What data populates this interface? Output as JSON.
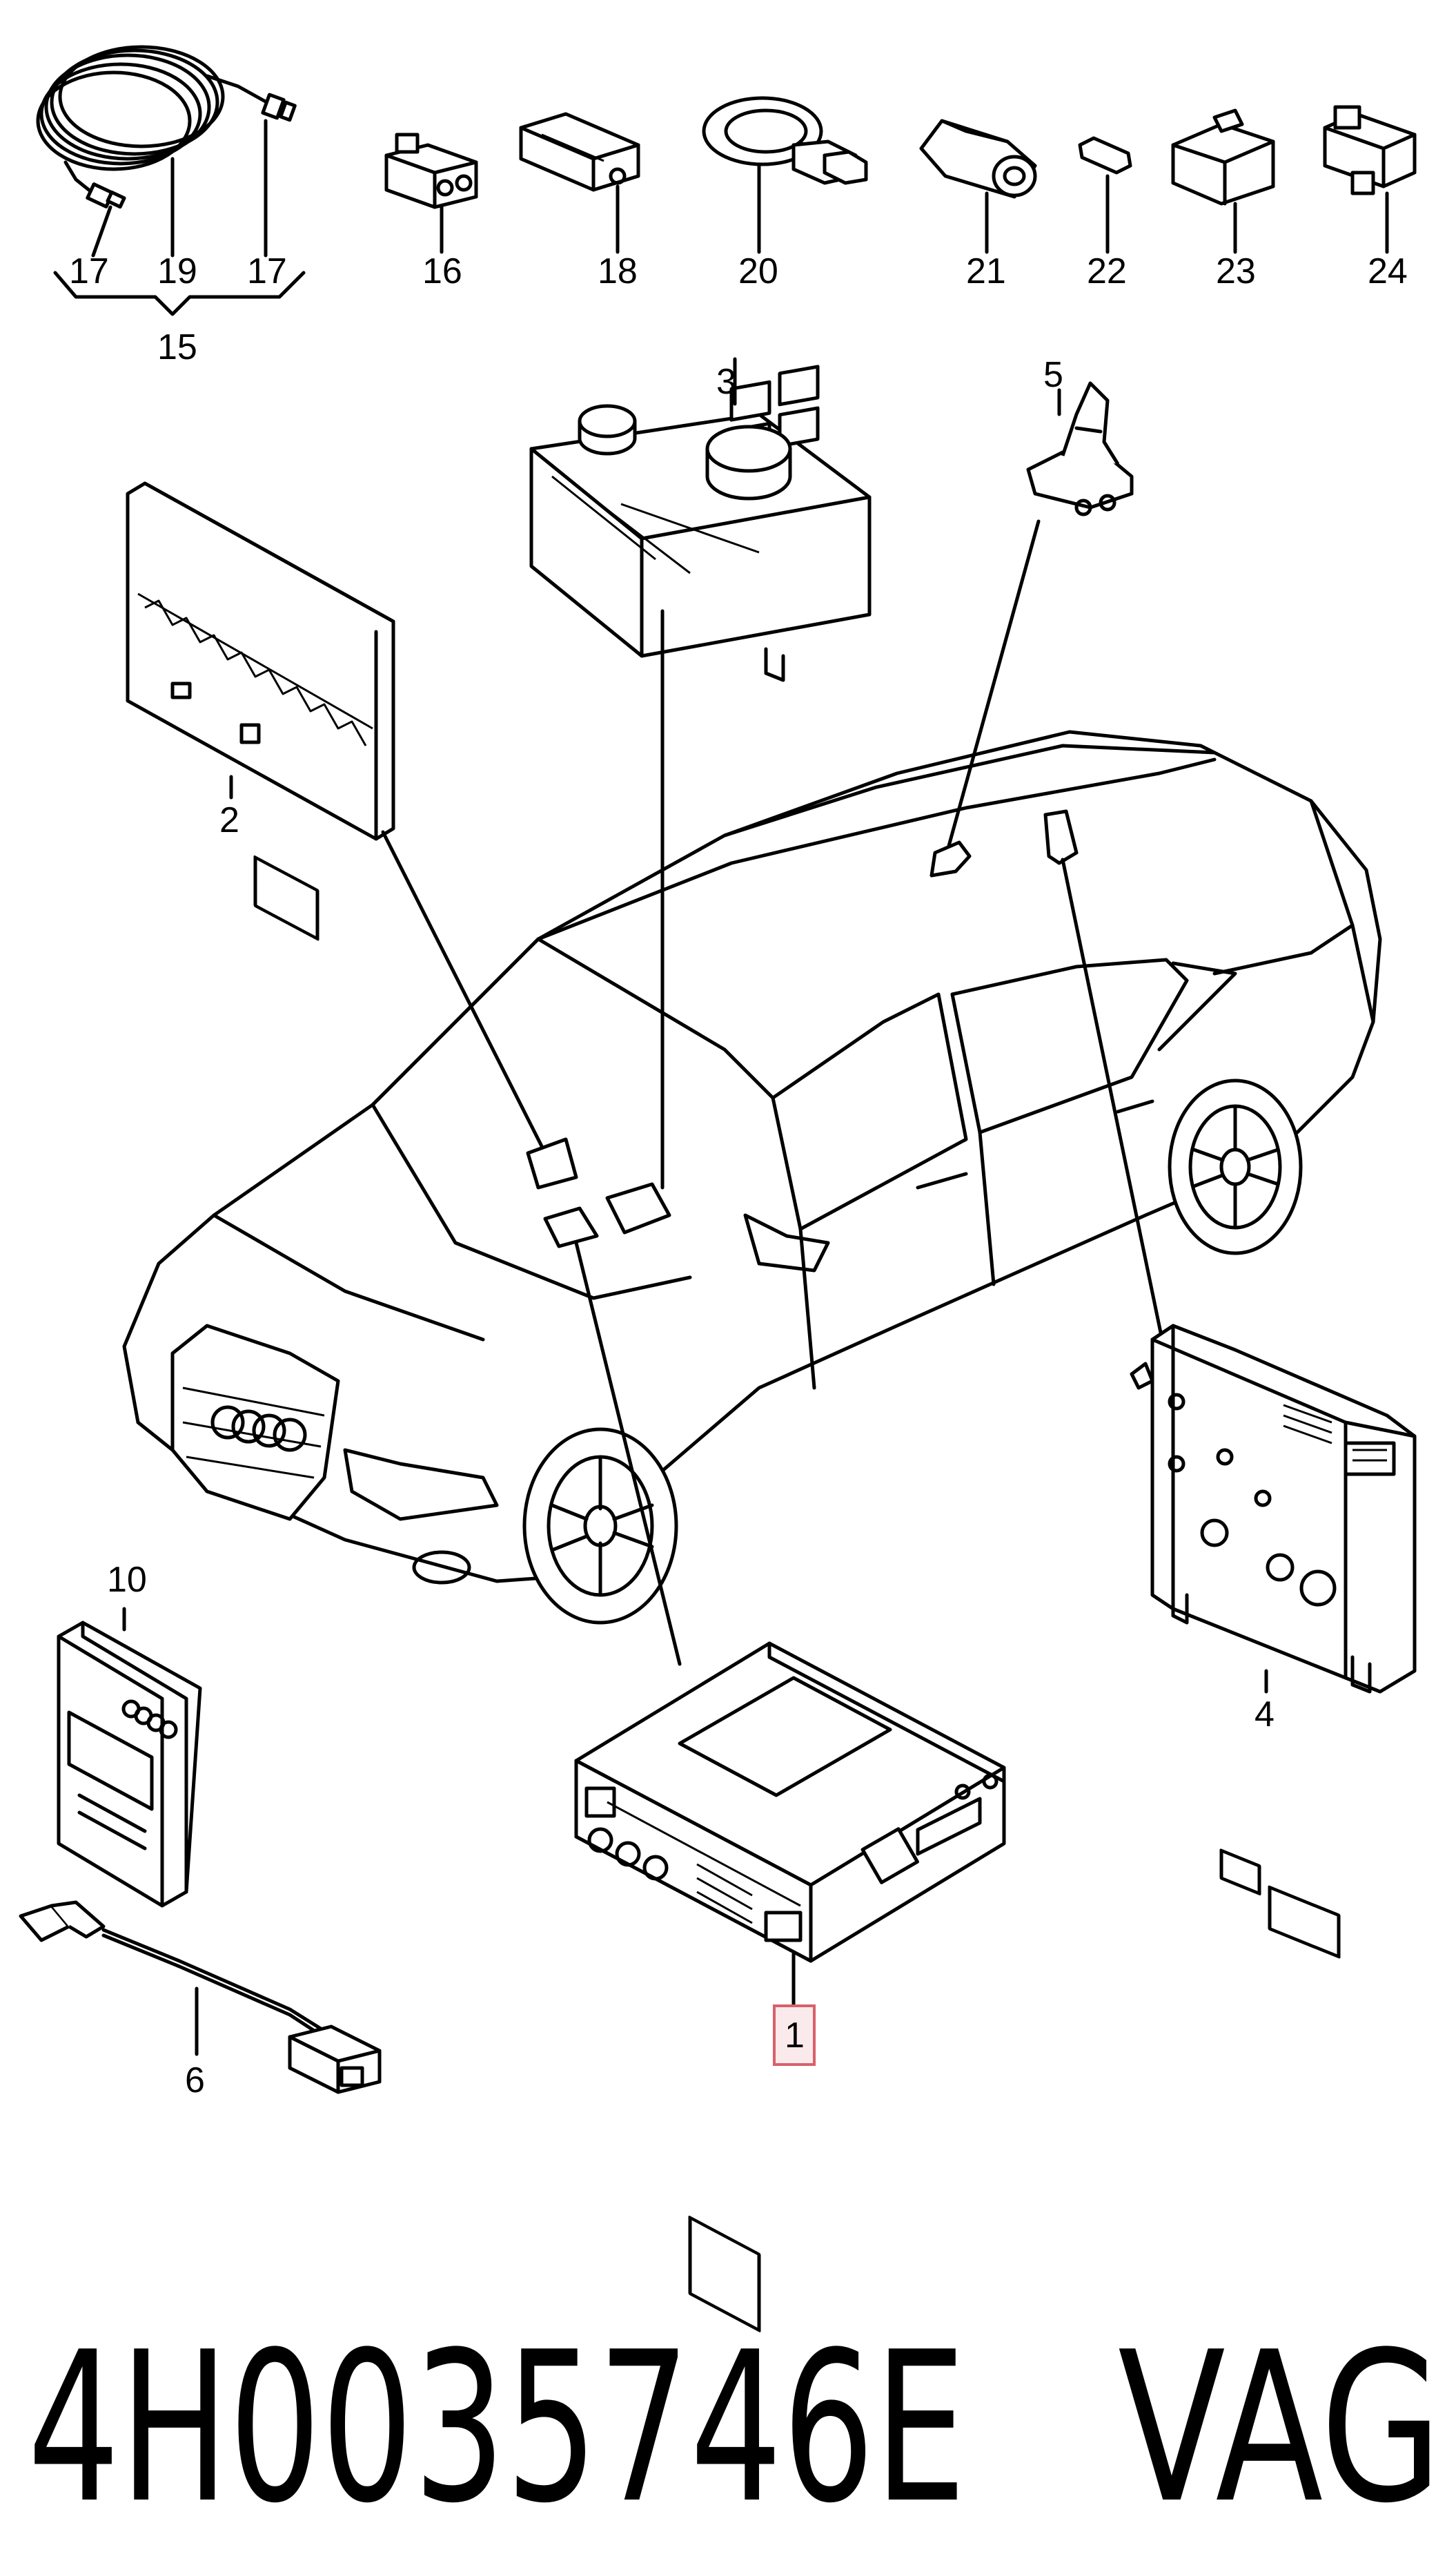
{
  "callouts": {
    "c1": "1",
    "c2": "2",
    "c3": "3",
    "c4": "4",
    "c5": "5",
    "c6": "6",
    "c10": "10",
    "c15": "15",
    "c16": "16",
    "c17a": "17",
    "c17b": "17",
    "c18": "18",
    "c19": "19",
    "c20": "20",
    "c21": "21",
    "c22": "22",
    "c23": "23",
    "c24": "24"
  },
  "highlight_color": "#d9606a",
  "footer": {
    "part_number": "4H0035746E",
    "brand": "VAG"
  }
}
